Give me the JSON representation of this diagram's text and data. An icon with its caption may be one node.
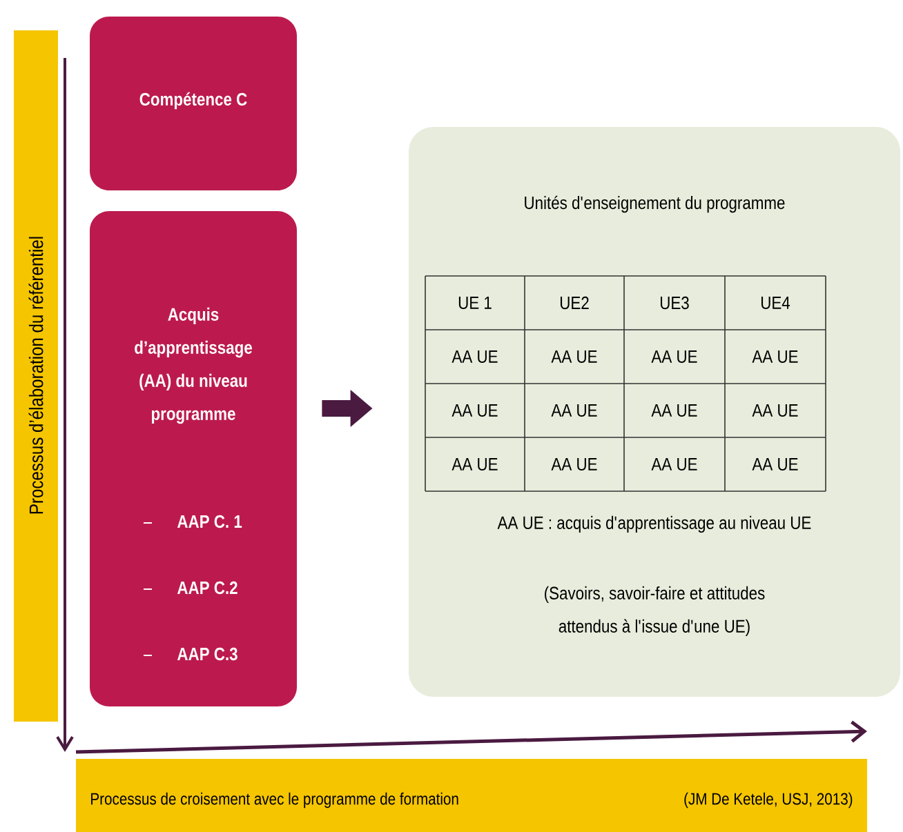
{
  "diagram": {
    "nodes": [
      {
        "text": [
          "Compétence C"
        ]
      },
      {
        "text": [
          "Acquis d’apprentissage (AA) du niveau programme",
          "AAP C. 1",
          "AAP C.2",
          "AAP C.3"
        ]
      },
      {
        "text": [
          "Unités d'enseignement du programme",
          "AA UE : acquis d'apprentissage au niveau UE",
          "(Savoirs, savoir-faire et attitudes attendus à l'issue d'une UE)"
        ]
      },
      {
        "text": [
          "Processus d’élaboration du référentiel"
        ]
      },
      {
        "text": [
          "Processus de croisement avec le programme de formation",
          "(JM De Ketele, USJ, 2013)"
        ]
      }
    ],
    "edges": [
      {
        "from": 1,
        "to": 2,
        "arrow": "to"
      }
    ],
    "labels": [
      "UE 1",
      "UE2",
      "UE3",
      "UE4",
      "AA UE",
      "AA UE",
      "AA UE",
      "AA UE",
      "AA UE",
      "AA UE",
      "AA UE",
      "AA UE",
      "AA UE",
      "AA UE",
      "AA UE",
      "AA UE"
    ]
  }
}
